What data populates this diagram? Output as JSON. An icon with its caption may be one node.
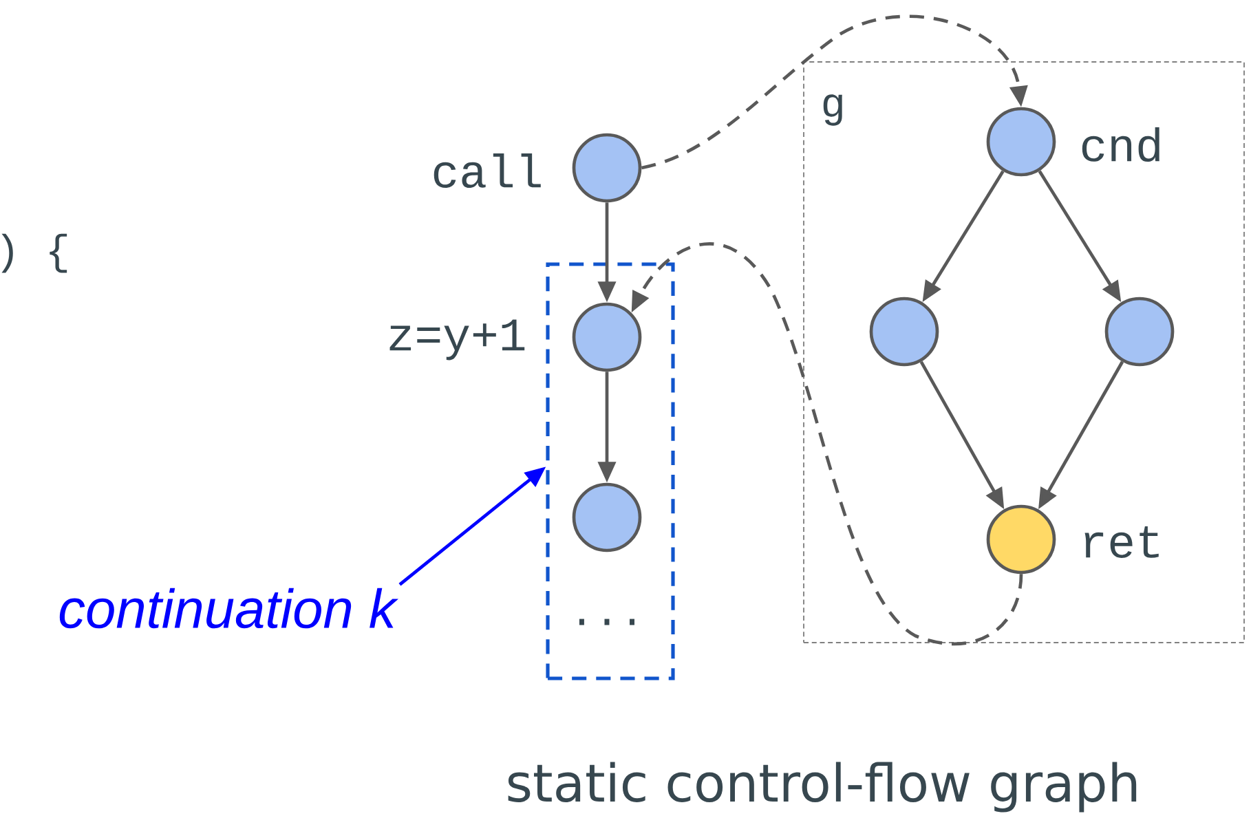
{
  "diagram": {
    "caption": "static control-flow graph",
    "nodes": [
      {
        "text": [],
        "shape": "circle",
        "beside": [
          "call"
        ]
      },
      {
        "text": [
          "..."
        ]
      },
      {
        "text": [],
        "shape": "circle",
        "in": 1,
        "beside": [
          "z=y+1"
        ]
      },
      {
        "text": [],
        "shape": "circle",
        "in": 1
      },
      {
        "text": [
          "continuation k"
        ]
      },
      {
        "text": [
          "g"
        ]
      },
      {
        "text": [],
        "shape": "circle",
        "in": 5,
        "beside": [
          "cnd"
        ]
      },
      {
        "text": [],
        "shape": "circle",
        "in": 5
      },
      {
        "text": [],
        "shape": "circle",
        "in": 5
      },
      {
        "text": [],
        "shape": "circle",
        "in": 5,
        "beside": [
          "ret"
        ]
      }
    ],
    "edges": [
      {
        "from": 0,
        "to": 2,
        "arrow": "to"
      },
      {
        "from": 2,
        "to": 3,
        "arrow": "to"
      },
      {
        "from": 4,
        "to": 1,
        "arrow": "to",
        "color": "#0000ff"
      },
      {
        "from": 0,
        "to": 6,
        "arrow": "to",
        "style": "dashed"
      },
      {
        "from": 6,
        "to": 7,
        "arrow": "to"
      },
      {
        "from": 6,
        "to": 8,
        "arrow": "to"
      },
      {
        "from": 7,
        "to": 9,
        "arrow": "to"
      },
      {
        "from": 8,
        "to": 9,
        "arrow": "to"
      },
      {
        "from": 9,
        "to": 2,
        "arrow": "to",
        "style": "dashed"
      }
    ],
    "labels": [
      ") {"
    ]
  }
}
